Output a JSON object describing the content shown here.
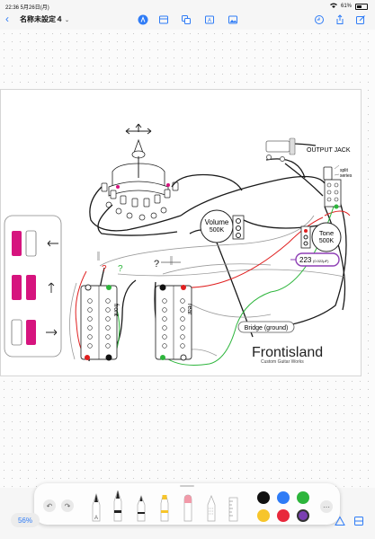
{
  "status_bar": {
    "time": "22:36 5月26日(月)",
    "battery": "61%",
    "battery_level": 0.61
  },
  "toolbar": {
    "title": "名称未設定４",
    "back_icon": "chevron-left-icon"
  },
  "colors": {
    "accent": "#2f7cf6",
    "humbucker": "#d6147e",
    "red_wire": "#e02020",
    "green_wire": "#2db53c",
    "purple": "#8e3fb5"
  },
  "diagram": {
    "labels": {
      "output_jack": "OUTPUT JACK",
      "split": "split",
      "series": "series",
      "volume": "Volume",
      "volume_value": "500K",
      "tone": "Tone",
      "tone_value": "500K",
      "capacitor": "223",
      "capacitor_sub": "(0.022μF)",
      "question1": "?",
      "question2": "?",
      "question3": "?",
      "front": "front",
      "rear": "rear",
      "bridge_ground": "Bridge (ground)",
      "brand": "Frontisland",
      "brand_sub": "Custom Guitar Works"
    }
  },
  "palette": {
    "zoom": "56%",
    "colors": [
      "#111111",
      "#2f7cf6",
      "#2db53c",
      "#f7c52b",
      "#e8283c",
      "#7a3fb2"
    ]
  }
}
